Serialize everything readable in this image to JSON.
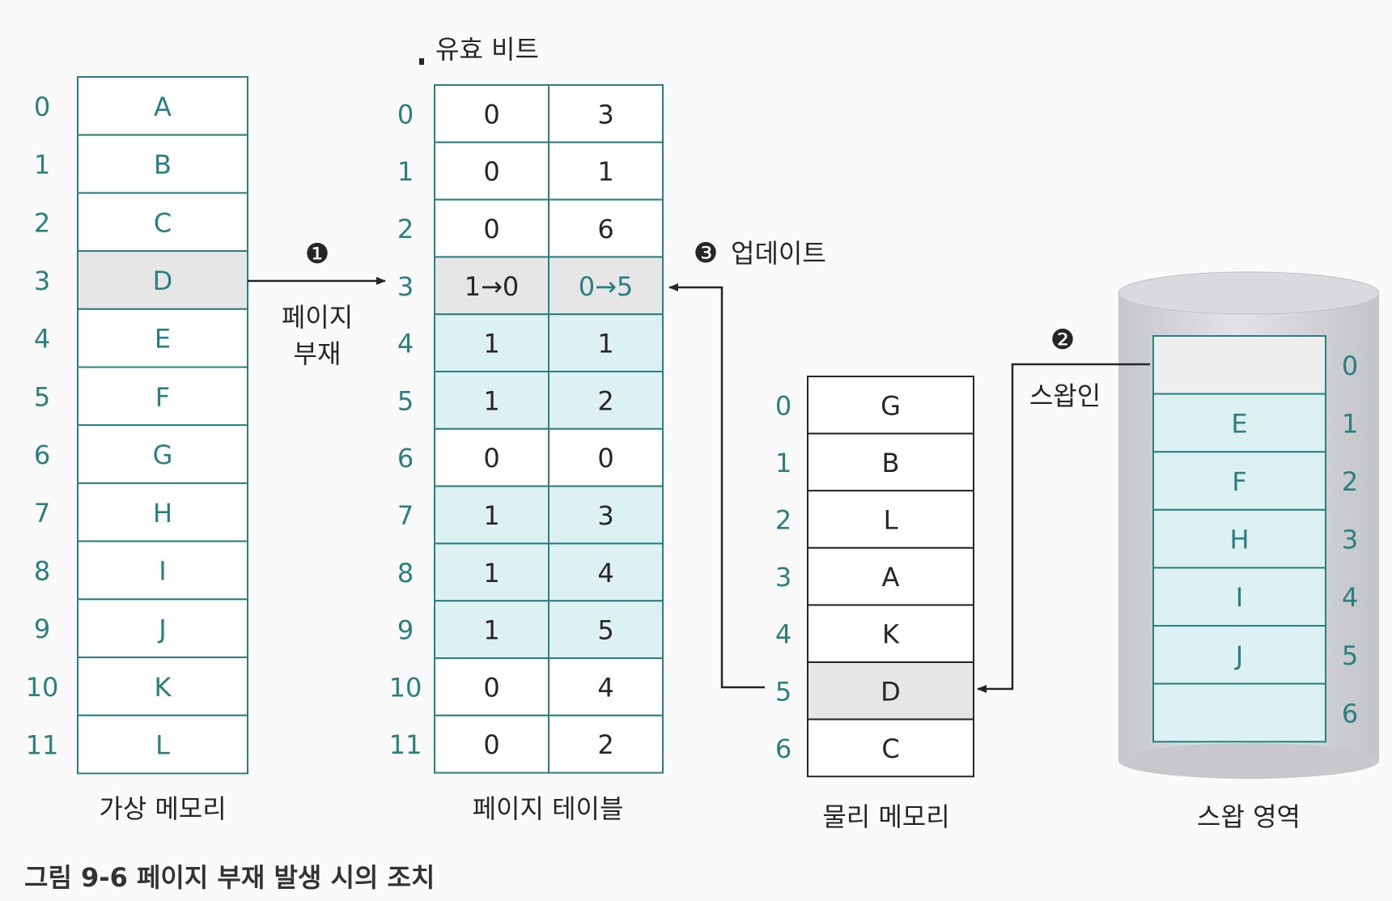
{
  "virtual_memory": {
    "label": "가상 메모리",
    "rows": [
      {
        "index": "0",
        "value": "A"
      },
      {
        "index": "1",
        "value": "B"
      },
      {
        "index": "2",
        "value": "C"
      },
      {
        "index": "3",
        "value": "D",
        "highlight": true
      },
      {
        "index": "4",
        "value": "E"
      },
      {
        "index": "5",
        "value": "F"
      },
      {
        "index": "6",
        "value": "G"
      },
      {
        "index": "7",
        "value": "H"
      },
      {
        "index": "8",
        "value": "I"
      },
      {
        "index": "9",
        "value": "J"
      },
      {
        "index": "10",
        "value": "K"
      },
      {
        "index": "11",
        "value": "L"
      }
    ]
  },
  "page_table": {
    "label": "페이지 테이블",
    "valid_bit_label": "유효 비트",
    "rows": [
      {
        "index": "0",
        "valid": "0",
        "frame": "3",
        "state": "plain"
      },
      {
        "index": "1",
        "valid": "0",
        "frame": "1",
        "state": "plain"
      },
      {
        "index": "2",
        "valid": "0",
        "frame": "6",
        "state": "plain"
      },
      {
        "index": "3",
        "valid": "1→0",
        "frame": "0→5",
        "state": "updated"
      },
      {
        "index": "4",
        "valid": "1",
        "frame": "1",
        "state": "valid"
      },
      {
        "index": "5",
        "valid": "1",
        "frame": "2",
        "state": "valid"
      },
      {
        "index": "6",
        "valid": "0",
        "frame": "0",
        "state": "plain"
      },
      {
        "index": "7",
        "valid": "1",
        "frame": "3",
        "state": "valid"
      },
      {
        "index": "8",
        "valid": "1",
        "frame": "4",
        "state": "valid"
      },
      {
        "index": "9",
        "valid": "1",
        "frame": "5",
        "state": "valid"
      },
      {
        "index": "10",
        "valid": "0",
        "frame": "4",
        "state": "plain"
      },
      {
        "index": "11",
        "valid": "0",
        "frame": "2",
        "state": "plain"
      }
    ]
  },
  "physical_memory": {
    "label": "물리 메모리",
    "rows": [
      {
        "index": "0",
        "value": "G"
      },
      {
        "index": "1",
        "value": "B"
      },
      {
        "index": "2",
        "value": "L"
      },
      {
        "index": "3",
        "value": "A"
      },
      {
        "index": "4",
        "value": "K"
      },
      {
        "index": "5",
        "value": "D",
        "highlight": true
      },
      {
        "index": "6",
        "value": "C"
      }
    ]
  },
  "swap_area": {
    "label": "스왑 영역",
    "rows": [
      {
        "index": "0",
        "value": "",
        "state": "empty"
      },
      {
        "index": "1",
        "value": "E",
        "state": "filled"
      },
      {
        "index": "2",
        "value": "F",
        "state": "filled"
      },
      {
        "index": "3",
        "value": "H",
        "state": "filled"
      },
      {
        "index": "4",
        "value": "I",
        "state": "filled"
      },
      {
        "index": "5",
        "value": "J",
        "state": "filled"
      },
      {
        "index": "6",
        "value": "",
        "state": "filled"
      }
    ]
  },
  "steps": {
    "page_fault": {
      "marker": "❶",
      "label_line1": "페이지",
      "label_line2": "부재"
    },
    "swap_in": {
      "marker": "❷",
      "label": "스왑인"
    },
    "update": {
      "marker": "❸",
      "label": "업데이트"
    }
  },
  "caption": "그림 9-6 페이지 부재 발생 시의 조치",
  "colors": {
    "teal": "#2a7f80",
    "valid_fill": "#ddf0f2",
    "highlight_fill": "#e6e6e6",
    "dark": "#262626",
    "cylinder": "#d2d4d8"
  }
}
